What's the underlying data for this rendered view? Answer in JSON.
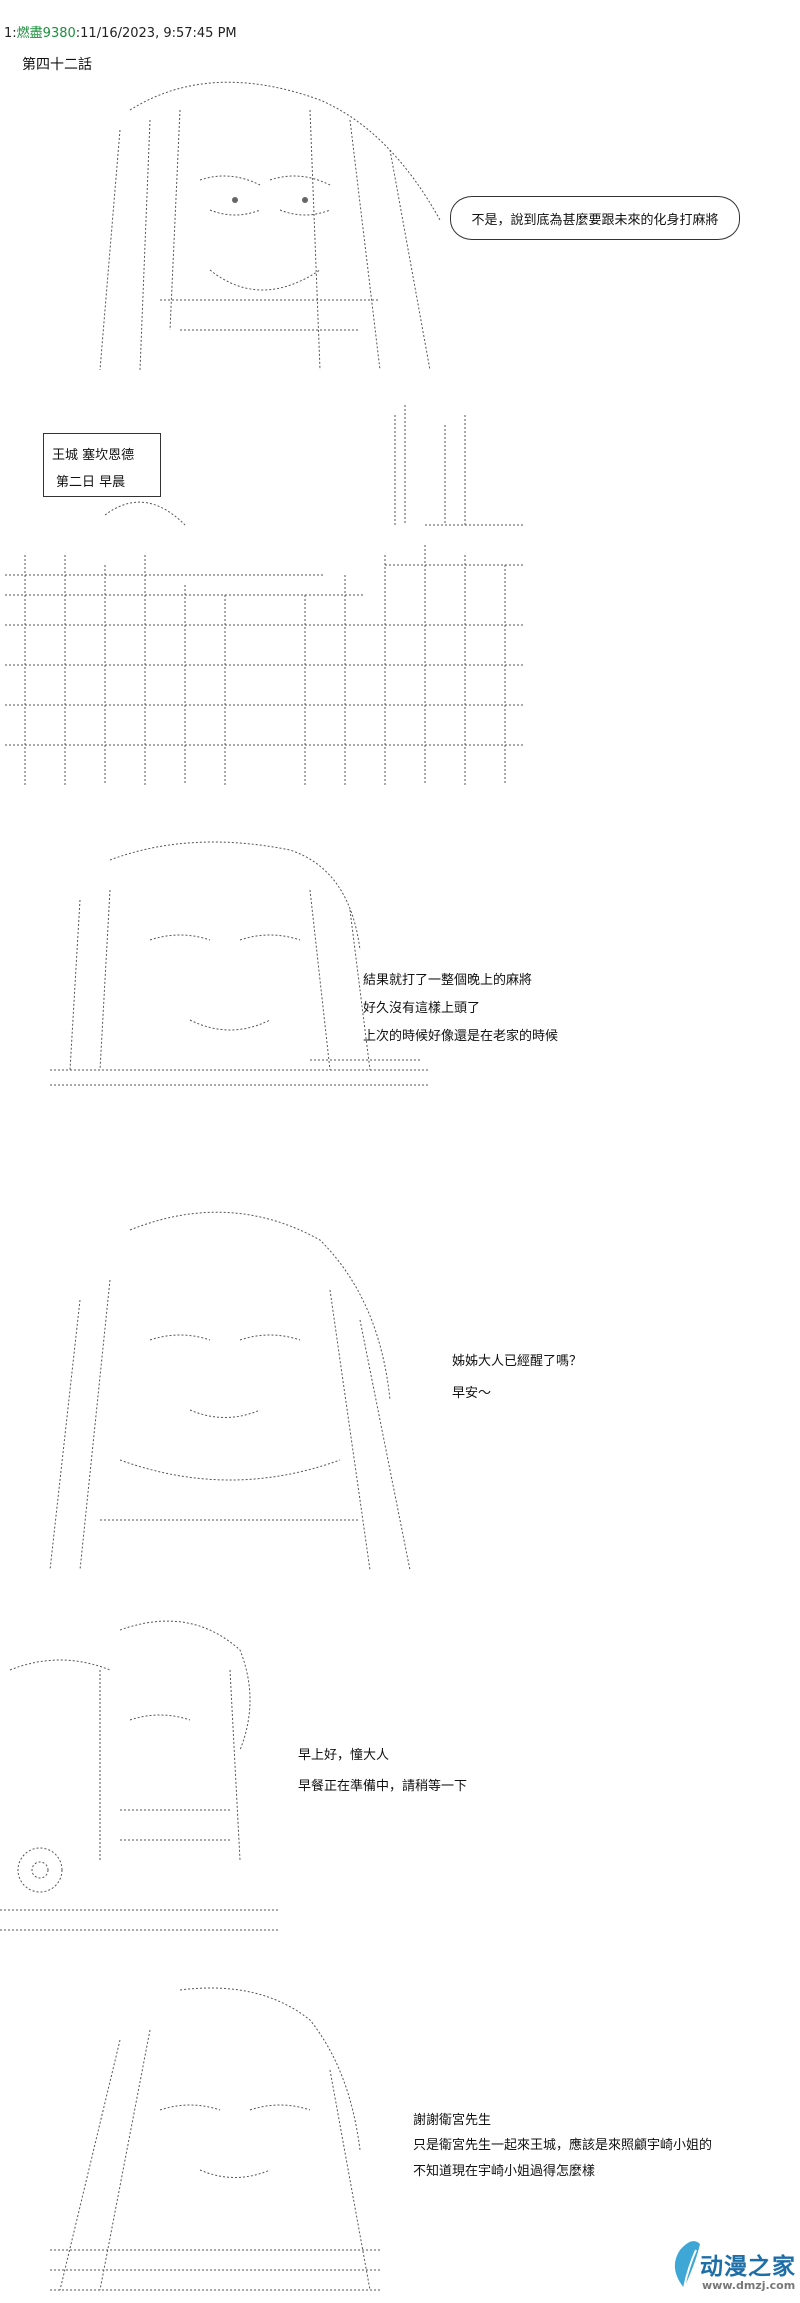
{
  "post": {
    "number": "1",
    "name": "燃盡9380",
    "datetime": ":11/16/2023, 9:57:45 PM"
  },
  "chapter_title": "第四十二話",
  "scene1": {
    "bubble": "不是，說到底為甚麼要跟未來的化身打麻將"
  },
  "scene2": {
    "place": "王城 塞坎恩德",
    "time": "第二日 早晨"
  },
  "scene3": {
    "lines": [
      "結果就打了一整個晚上的麻將",
      "好久沒有這樣上頭了",
      "上次的時候好像還是在老家的時候"
    ]
  },
  "scene4": {
    "lines": [
      "姊姊大人已經醒了嗎？",
      "早安～"
    ]
  },
  "scene5": {
    "lines": [
      "早上好，憧大人",
      "早餐正在準備中，請稍等一下"
    ]
  },
  "scene6": {
    "lines": [
      "謝謝衛宮先生",
      "只是衛宮先生一起來王城，應該是來照顧宇崎小姐的",
      "不知道現在宇崎小姐過得怎麼樣"
    ]
  },
  "watermark": {
    "text": "动漫之家",
    "url": "www.dmzj.com",
    "icon": "leaf-logo-icon"
  },
  "art": {
    "panel1": "aa-character-art",
    "panel2": "aa-castle-cityscape-art",
    "panel3": "aa-character-art",
    "panel4": "aa-character-art",
    "panel5": "aa-character-art",
    "panel6": "aa-character-art"
  }
}
